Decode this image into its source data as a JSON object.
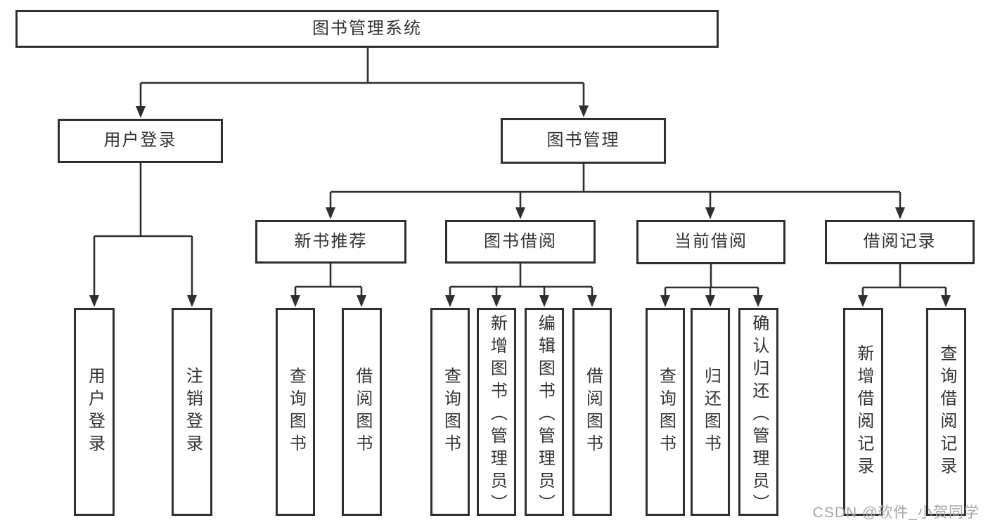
{
  "diagram": {
    "root": {
      "label": "图书管理系统"
    },
    "level2": [
      {
        "label": "用户登录"
      },
      {
        "label": "图书管理"
      }
    ],
    "level3": [
      {
        "label": "新书推荐"
      },
      {
        "label": "图书借阅"
      },
      {
        "label": "当前借阅"
      },
      {
        "label": "借阅记录"
      }
    ],
    "leaves": [
      {
        "label": "用户登录"
      },
      {
        "label": "注销登录"
      },
      {
        "label": "查询图书"
      },
      {
        "label": "借阅图书"
      },
      {
        "label": "查询图书"
      },
      {
        "label": "新增图书（管理员）"
      },
      {
        "label": "编辑图书（管理员）"
      },
      {
        "label": "借阅图书"
      },
      {
        "label": "查询图书"
      },
      {
        "label": "归还图书"
      },
      {
        "label": "确认归还（管理员）"
      },
      {
        "label": "新增借阅记录"
      },
      {
        "label": "查询借阅记录"
      }
    ],
    "watermark": "CSDN @软件_小贺同学",
    "colors": {
      "line": "#2f2f2f",
      "text": "#333333",
      "watermark": "#a6a6a6",
      "background": "#ffffff"
    }
  }
}
